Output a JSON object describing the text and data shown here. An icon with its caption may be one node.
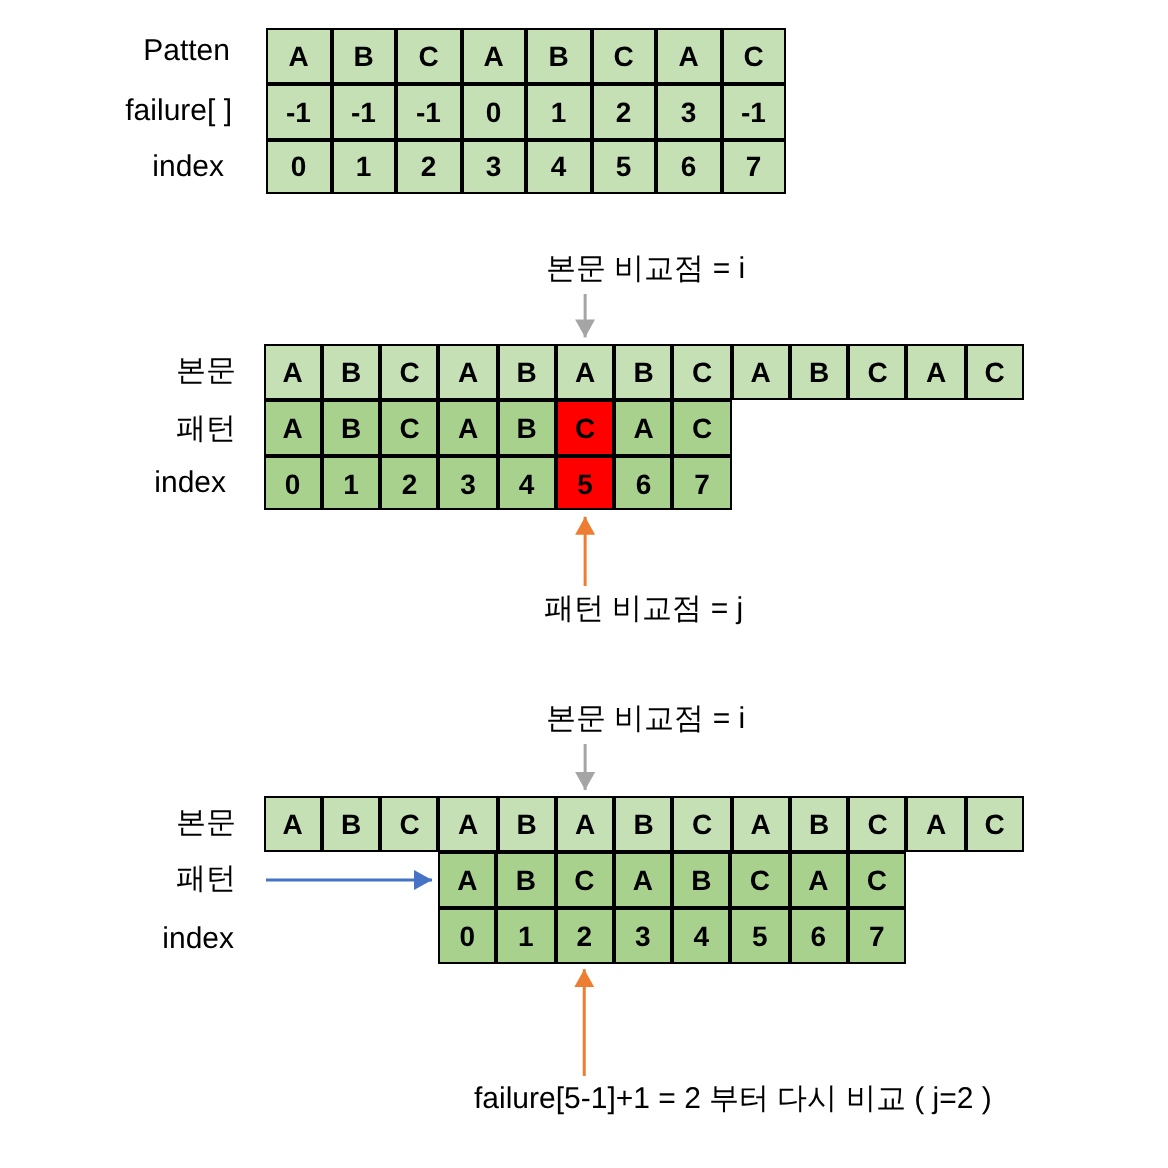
{
  "diagram": {
    "nodes": [
      {
        "text": [
          "A"
        ]
      },
      {
        "text": [
          "B"
        ]
      },
      {
        "text": [
          "C"
        ]
      },
      {
        "text": [
          "A"
        ]
      },
      {
        "text": [
          "B"
        ]
      },
      {
        "text": [
          "C"
        ]
      },
      {
        "text": [
          "A"
        ]
      },
      {
        "text": [
          "C"
        ]
      },
      {
        "text": [
          "-1"
        ]
      },
      {
        "text": [
          "-1"
        ]
      },
      {
        "text": [
          "-1"
        ]
      },
      {
        "text": [
          "0"
        ]
      },
      {
        "text": [
          "1"
        ]
      },
      {
        "text": [
          "2"
        ]
      },
      {
        "text": [
          "3"
        ]
      },
      {
        "text": [
          "-1"
        ]
      },
      {
        "text": [
          "0"
        ]
      },
      {
        "text": [
          "1"
        ]
      },
      {
        "text": [
          "2"
        ]
      },
      {
        "text": [
          "3"
        ]
      },
      {
        "text": [
          "4"
        ]
      },
      {
        "text": [
          "5"
        ]
      },
      {
        "text": [
          "6"
        ]
      },
      {
        "text": [
          "7"
        ]
      },
      {
        "text": [
          "본문 비교점 = i"
        ]
      },
      {
        "text": [
          "A"
        ]
      },
      {
        "text": [
          "B"
        ]
      },
      {
        "text": [
          "C"
        ]
      },
      {
        "text": [
          "A"
        ]
      },
      {
        "text": [
          "B"
        ]
      },
      {
        "text": [
          "A"
        ]
      },
      {
        "text": [
          "B"
        ]
      },
      {
        "text": [
          "C"
        ]
      },
      {
        "text": [
          "A"
        ]
      },
      {
        "text": [
          "B"
        ]
      },
      {
        "text": [
          "C"
        ]
      },
      {
        "text": [
          "A"
        ]
      },
      {
        "text": [
          "C"
        ]
      },
      {
        "text": [
          "A"
        ]
      },
      {
        "text": [
          "B"
        ]
      },
      {
        "text": [
          "C"
        ]
      },
      {
        "text": [
          "A"
        ]
      },
      {
        "text": [
          "B"
        ]
      },
      {
        "text": [
          "C"
        ]
      },
      {
        "text": [
          "A"
        ]
      },
      {
        "text": [
          "C"
        ]
      },
      {
        "text": [
          "0"
        ]
      },
      {
        "text": [
          "1"
        ]
      },
      {
        "text": [
          "2"
        ]
      },
      {
        "text": [
          "3"
        ]
      },
      {
        "text": [
          "4"
        ]
      },
      {
        "text": [
          "5"
        ]
      },
      {
        "text": [
          "6"
        ]
      },
      {
        "text": [
          "7"
        ]
      },
      {
        "text": [
          "패턴 비교점 = j"
        ]
      },
      {
        "text": [
          "본문 비교점 = i"
        ]
      },
      {
        "text": [
          "A"
        ]
      },
      {
        "text": [
          "B"
        ]
      },
      {
        "text": [
          "C"
        ]
      },
      {
        "text": [
          "A"
        ]
      },
      {
        "text": [
          "B"
        ]
      },
      {
        "text": [
          "A"
        ]
      },
      {
        "text": [
          "B"
        ]
      },
      {
        "text": [
          "C"
        ]
      },
      {
        "text": [
          "A"
        ]
      },
      {
        "text": [
          "B"
        ]
      },
      {
        "text": [
          "C"
        ]
      },
      {
        "text": [
          "A"
        ]
      },
      {
        "text": [
          "C"
        ]
      },
      {
        "text": [
          "A"
        ]
      },
      {
        "text": [
          "B"
        ]
      },
      {
        "text": [
          "C"
        ]
      },
      {
        "text": [
          "A"
        ]
      },
      {
        "text": [
          "B"
        ]
      },
      {
        "text": [
          "C"
        ]
      },
      {
        "text": [
          "A"
        ]
      },
      {
        "text": [
          "C"
        ]
      },
      {
        "text": [
          "0"
        ]
      },
      {
        "text": [
          "1"
        ]
      },
      {
        "text": [
          "2"
        ]
      },
      {
        "text": [
          "3"
        ]
      },
      {
        "text": [
          "4"
        ]
      },
      {
        "text": [
          "5"
        ]
      },
      {
        "text": [
          "6"
        ]
      },
      {
        "text": [
          "7"
        ]
      },
      {
        "text": [
          "failure[5-1]+1 = 2 부터 다시 비교 ( j=2 )"
        ]
      }
    ],
    "edges": [
      {
        "from": 24,
        "to": 30,
        "arrow": "to",
        "color": "#a5a5a5"
      },
      {
        "from": 54,
        "to": 51,
        "arrow": "to",
        "color": "#ed7d31"
      },
      {
        "from": 55,
        "to": 61,
        "arrow": "to",
        "color": "#a5a5a5"
      },
      {
        "from": null,
        "to": 69,
        "arrow": "to",
        "color": "#4472c4"
      },
      {
        "from": 85,
        "to": 79,
        "arrow": "to",
        "color": "#ed7d31"
      }
    ],
    "labels": [
      "Patten",
      "failure[ ]",
      "index",
      "본문",
      "패턴",
      "index",
      "본문",
      "패턴",
      "index"
    ]
  }
}
